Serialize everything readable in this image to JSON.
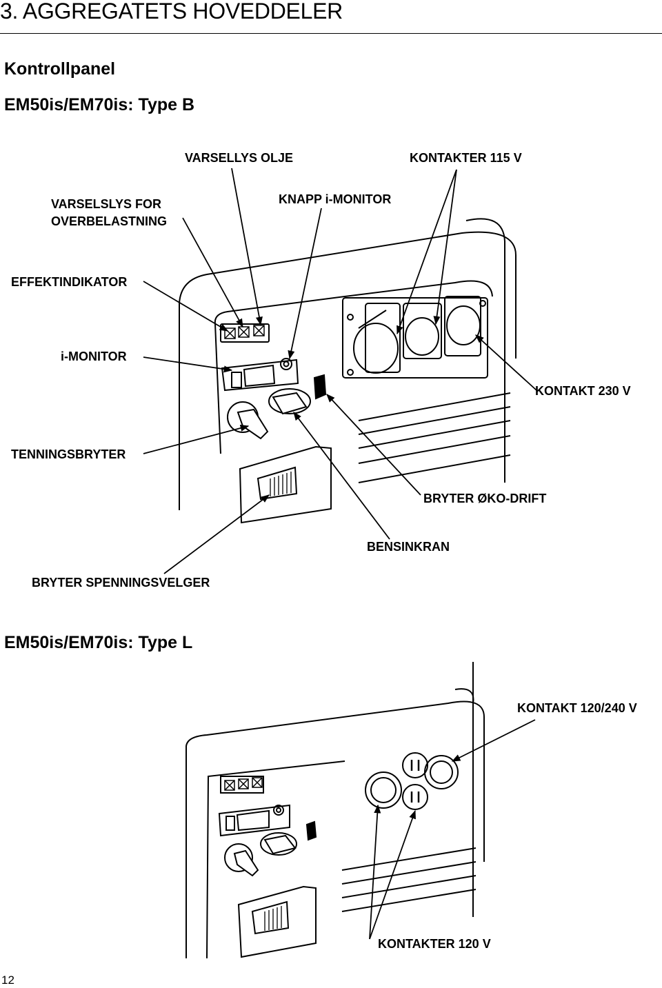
{
  "section_title": "3. AGGREGATETS HOVEDDELER",
  "subtitle": "Kontrollpanel",
  "type_b_heading": "EM50is/EM70is: Type B",
  "type_l_heading": "EM50is/EM70is: Type L",
  "labels_b": {
    "oil_warning": "VARSELLYS OLJE",
    "outlets_115": "KONTAKTER 115 V",
    "overload_warning": "VARSELSLYS FOR\nOVERBELASTNING",
    "imonitor_button": "KNAPP i-MONITOR",
    "power_indicator": "EFFEKTINDIKATOR",
    "imonitor": "i-MONITOR",
    "outlet_230": "KONTAKT 230 V",
    "ignition_switch": "TENNINGSBRYTER",
    "eco_switch": "BRYTER ØKO-DRIFT",
    "fuel_valve": "BENSINKRAN",
    "voltage_selector": "BRYTER SPENNINGSVELGER"
  },
  "labels_l": {
    "outlet_120_240": "KONTAKT 120/240 V",
    "outlets_120": "KONTAKTER 120 V"
  },
  "page_number": "12"
}
